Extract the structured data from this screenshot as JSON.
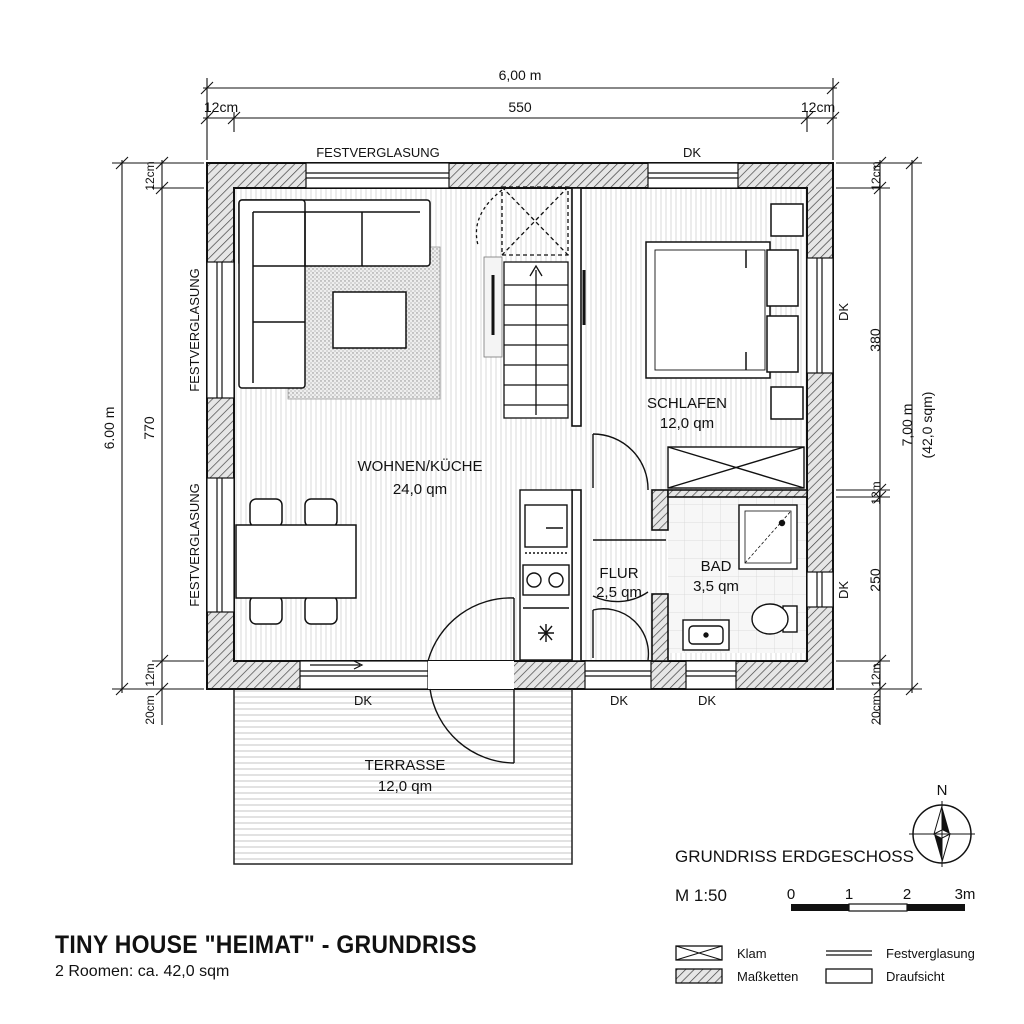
{
  "title": "TINY HOUSE \"HEIMAT\" - GRUNDRISS",
  "subtitle": "2 Roomen: ca. 42,0 sqm",
  "plan_title": "GRUNDRISS ERDGESCHOSS",
  "scale": {
    "label": "M 1:50",
    "ticks": [
      "0",
      "1",
      "2",
      "3m"
    ]
  },
  "rooms": {
    "wohnen": {
      "name": "WOHNEN/KÜCHE",
      "area": "24,0 qm"
    },
    "schlafen": {
      "name": "SCHLAFEN",
      "area": "12,0 qm"
    },
    "flur": {
      "name": "FLUR",
      "area": "2,5 qm"
    },
    "bad": {
      "name": "BAD",
      "area": "3,5 qm"
    },
    "terrasse": {
      "name": "TERRASSE",
      "area": "12,0 qm"
    }
  },
  "window_labels": {
    "top_fix": "FESTVERGLASUNG",
    "top_dk": "DK",
    "left_fix_1": "FESTVERGLASUNG",
    "left_fix_2": "FESTVERGLASUNG",
    "right_dk_1": "DK",
    "right_dk_2": "DK",
    "bottom_dk_1": "DK",
    "bottom_dk_2": "DK",
    "bottom_dk_3": "DK"
  },
  "dimensions": {
    "top_total": "6,00 m",
    "top_left": "12cm",
    "top_mid": "550",
    "top_right": "12cm",
    "left_total": "6.00 m",
    "left_mid": "770",
    "left_top": "12cm",
    "left_bottom_12": "12m",
    "left_bottom_20": "20cm",
    "right_total": "7,00 m",
    "right_total_sub": "(42,0 sqm)",
    "right_380": "380",
    "right_250": "250",
    "right_top": "12cm",
    "right_mid12": "12m",
    "right_bottom_12": "12m",
    "right_bottom_20": "20cm"
  },
  "compass": "N",
  "legend": [
    {
      "icon": "cross-hatch",
      "label": "Klam"
    },
    {
      "icon": "diagonal-hatch",
      "label": "Maßketten"
    },
    {
      "icon": "double-line",
      "label": "Festverglasung"
    },
    {
      "icon": "empty-box",
      "label": "Draufsicht"
    }
  ]
}
